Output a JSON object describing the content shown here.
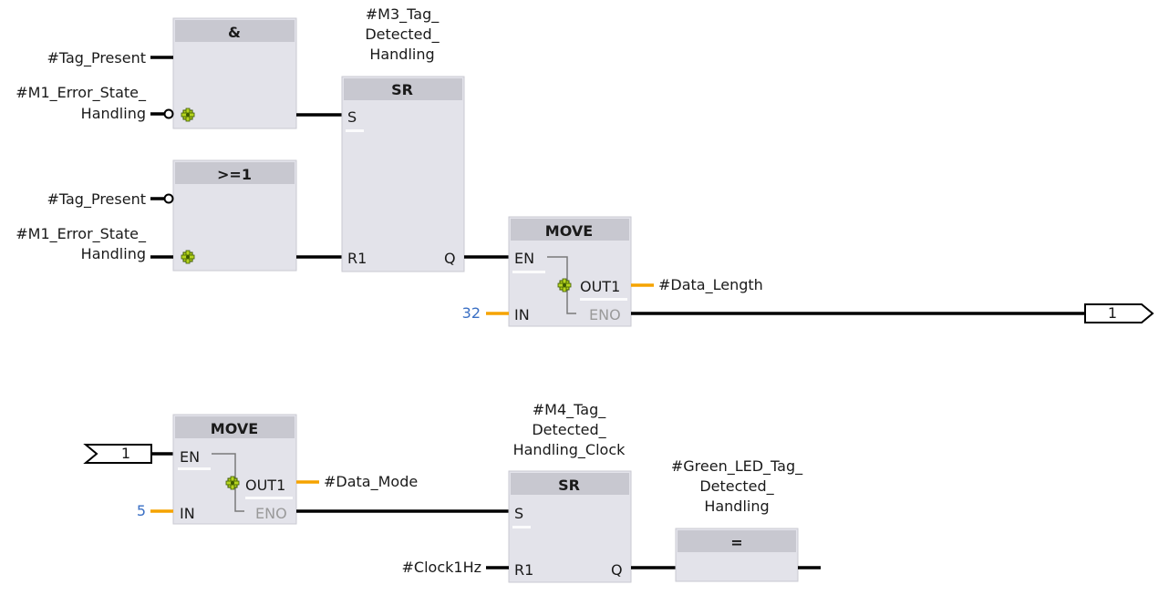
{
  "network1": {
    "and_block": {
      "title": "&",
      "in1": "#Tag_Present",
      "in2_line1": "#M1_Error_State_",
      "in2_line2": "Handling"
    },
    "or_block": {
      "title": ">=1",
      "in1": "#Tag_Present",
      "in2_line1": "#M1_Error_State_",
      "in2_line2": "Handling"
    },
    "sr_block": {
      "operand_line1": "#M3_Tag_",
      "operand_line2": "Detected_",
      "operand_line3": "Handling",
      "title": "SR",
      "pin_s": "S",
      "pin_r1": "R1",
      "pin_q": "Q"
    },
    "move_block": {
      "title": "MOVE",
      "pin_en": "EN",
      "pin_out1": "OUT1",
      "pin_in": "IN",
      "pin_eno": "ENO",
      "in_value": "32",
      "out_operand": "#Data_Length"
    },
    "connector_out": "1"
  },
  "network2": {
    "connector_in": "1",
    "move_block": {
      "title": "MOVE",
      "pin_en": "EN",
      "pin_out1": "OUT1",
      "pin_in": "IN",
      "pin_eno": "ENO",
      "in_value": "5",
      "out_operand": "#Data_Mode"
    },
    "sr_block": {
      "operand_line1": "#M4_Tag_",
      "operand_line2": "Detected_",
      "operand_line3": "Handling_Clock",
      "title": "SR",
      "pin_s": "S",
      "pin_r1": "R1",
      "pin_q": "Q",
      "r1_operand": "#Clock1Hz"
    },
    "coil_block": {
      "operand_line1": "#Green_LED_Tag_",
      "operand_line2": "Detected_",
      "operand_line3": "Handling",
      "title": "="
    }
  },
  "colors": {
    "wire": "#000000",
    "data_wire": "#f5a300",
    "constant": "#3a6fc4",
    "block_body": "#e3e3ea",
    "block_header": "#c8c8d0"
  }
}
